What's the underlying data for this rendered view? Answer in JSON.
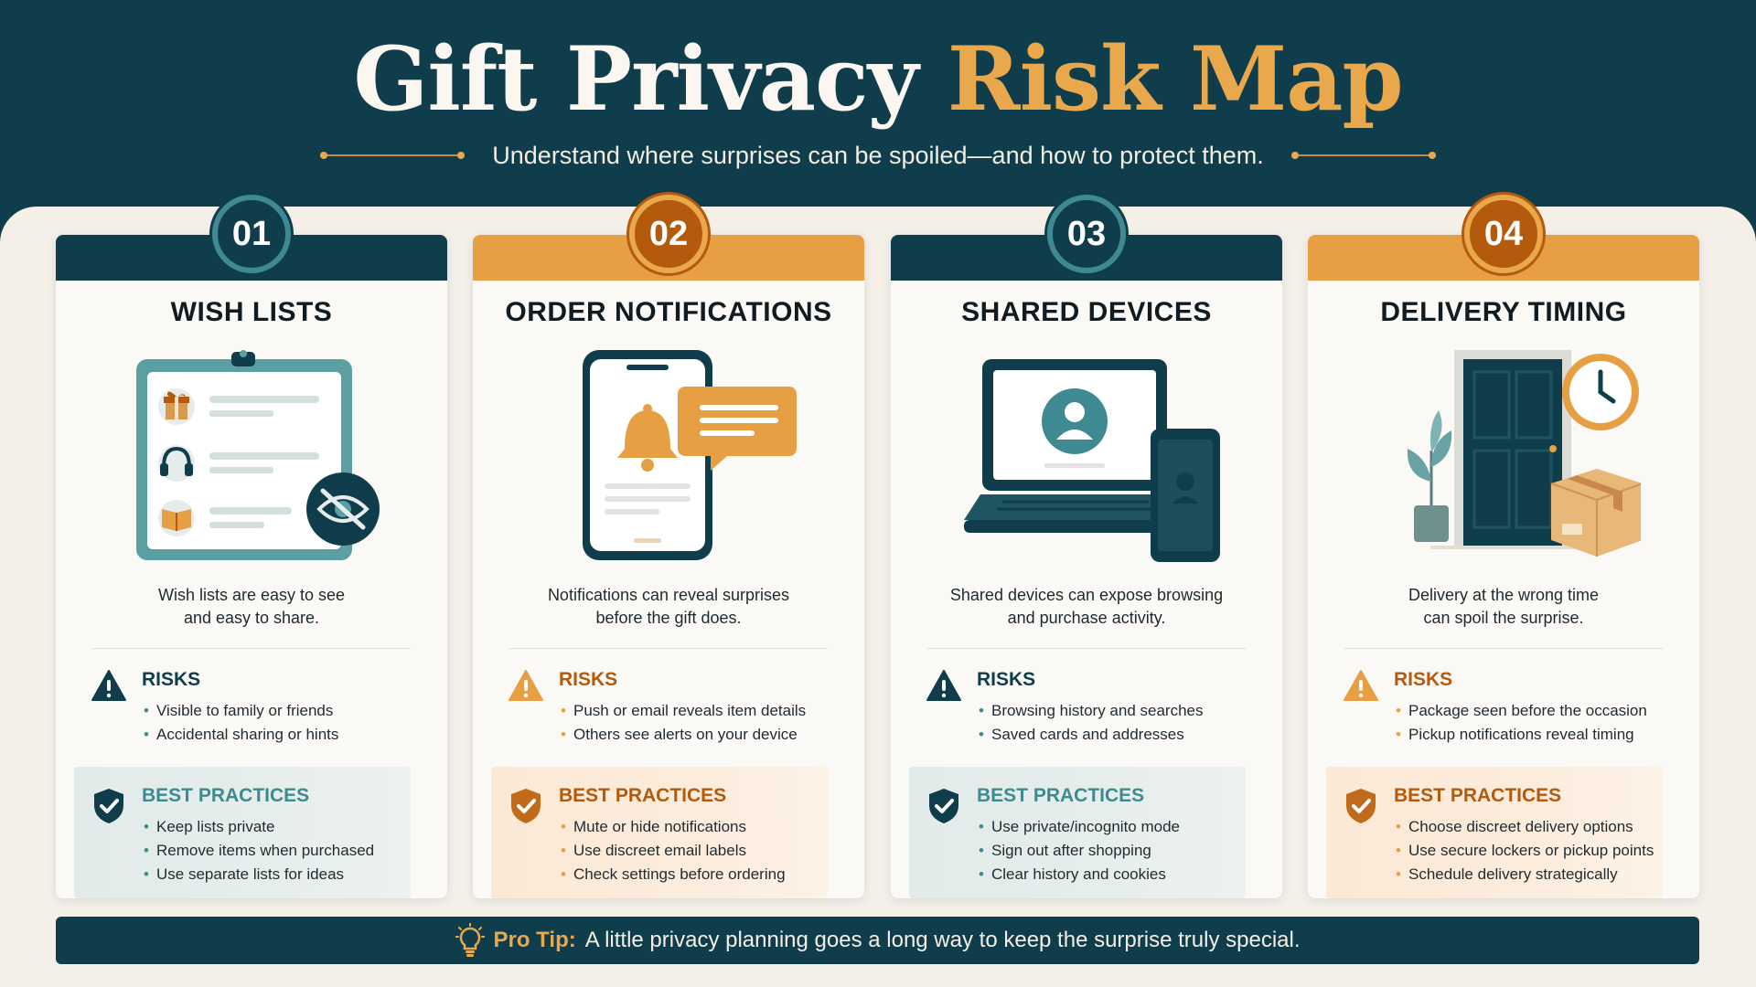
{
  "header": {
    "title_main": "Gift Privacy",
    "title_accent": "Risk Map",
    "subtitle": "Understand where surprises can be spoiled—and how to protect them."
  },
  "colors": {
    "navy": "#0f3d4c",
    "teal": "#3f8a92",
    "gold": "#e6a043",
    "rust": "#b35a0c",
    "cream": "#f4f0e8"
  },
  "cards": [
    {
      "number": "01",
      "title": "WISH LISTS",
      "icon": "wishlist-clipboard-hidden-eye",
      "description_line1": "Wish lists are easy to see",
      "description_line2": "and easy to share.",
      "risks_heading": "RISKS",
      "risks": [
        "Visible to family or friends",
        "Accidental sharing or hints"
      ],
      "practices_heading": "BEST PRACTICES",
      "practices": [
        "Keep lists private",
        "Remove items when purchased",
        "Use separate lists for ideas"
      ]
    },
    {
      "number": "02",
      "title": "ORDER NOTIFICATIONS",
      "icon": "phone-bell-message",
      "description_line1": "Notifications can reveal surprises",
      "description_line2": "before the gift does.",
      "risks_heading": "RISKS",
      "risks": [
        "Push or email reveals item details",
        "Others see alerts on your device"
      ],
      "practices_heading": "BEST PRACTICES",
      "practices": [
        "Mute or hide notifications",
        "Use discreet email labels",
        "Check settings before ordering"
      ]
    },
    {
      "number": "03",
      "title": "SHARED DEVICES",
      "icon": "laptop-phone-user",
      "description_line1": "Shared devices can expose browsing",
      "description_line2": "and purchase activity.",
      "risks_heading": "RISKS",
      "risks": [
        "Browsing history and searches",
        "Saved cards and addresses"
      ],
      "practices_heading": "BEST PRACTICES",
      "practices": [
        "Use private/incognito mode",
        "Sign out after shopping",
        "Clear history and cookies"
      ]
    },
    {
      "number": "04",
      "title": "DELIVERY TIMING",
      "icon": "door-package-clock",
      "description_line1": "Delivery at the wrong time",
      "description_line2": "can spoil the surprise.",
      "risks_heading": "RISKS",
      "risks": [
        "Package seen before the occasion",
        "Pickup notifications reveal timing"
      ],
      "practices_heading": "BEST PRACTICES",
      "practices": [
        "Choose discreet delivery options",
        "Use secure lockers or pickup points",
        "Schedule delivery strategically"
      ]
    }
  ],
  "protip": {
    "label": "Pro Tip:",
    "text": "A little privacy planning goes a long way to keep the surprise truly special."
  }
}
